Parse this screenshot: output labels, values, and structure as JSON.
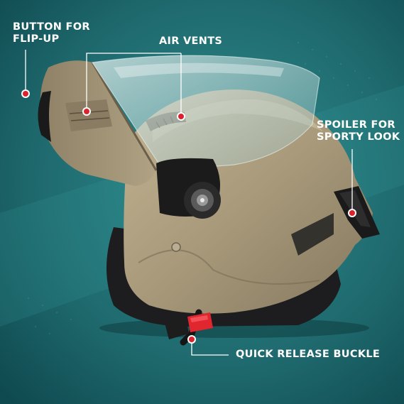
{
  "colors": {
    "background_dark": "#0f4a50",
    "background_light": "#2d8a8c",
    "helmet_shell": "#a8997a",
    "helmet_shadow": "#7d7058",
    "helmet_highlight": "#c7b999",
    "visor": "#cfe3e3",
    "callout_line": "#ffffff",
    "callout_dot": "#d9232e",
    "buckle_red": "#e0262f"
  },
  "callouts": {
    "flip_button": {
      "line1": "BUTTON FOR",
      "line2": "FLIP-UP",
      "icon": "red-dot-marker"
    },
    "air_vents": {
      "label": "AIR VENTS",
      "icon": "red-dot-marker"
    },
    "spoiler": {
      "line1": "SPOILER FOR",
      "line2": "SPORTY LOOK",
      "icon": "red-dot-marker"
    },
    "buckle": {
      "label": "QUICK RELEASE BUCKLE",
      "icon": "red-dot-marker"
    }
  }
}
